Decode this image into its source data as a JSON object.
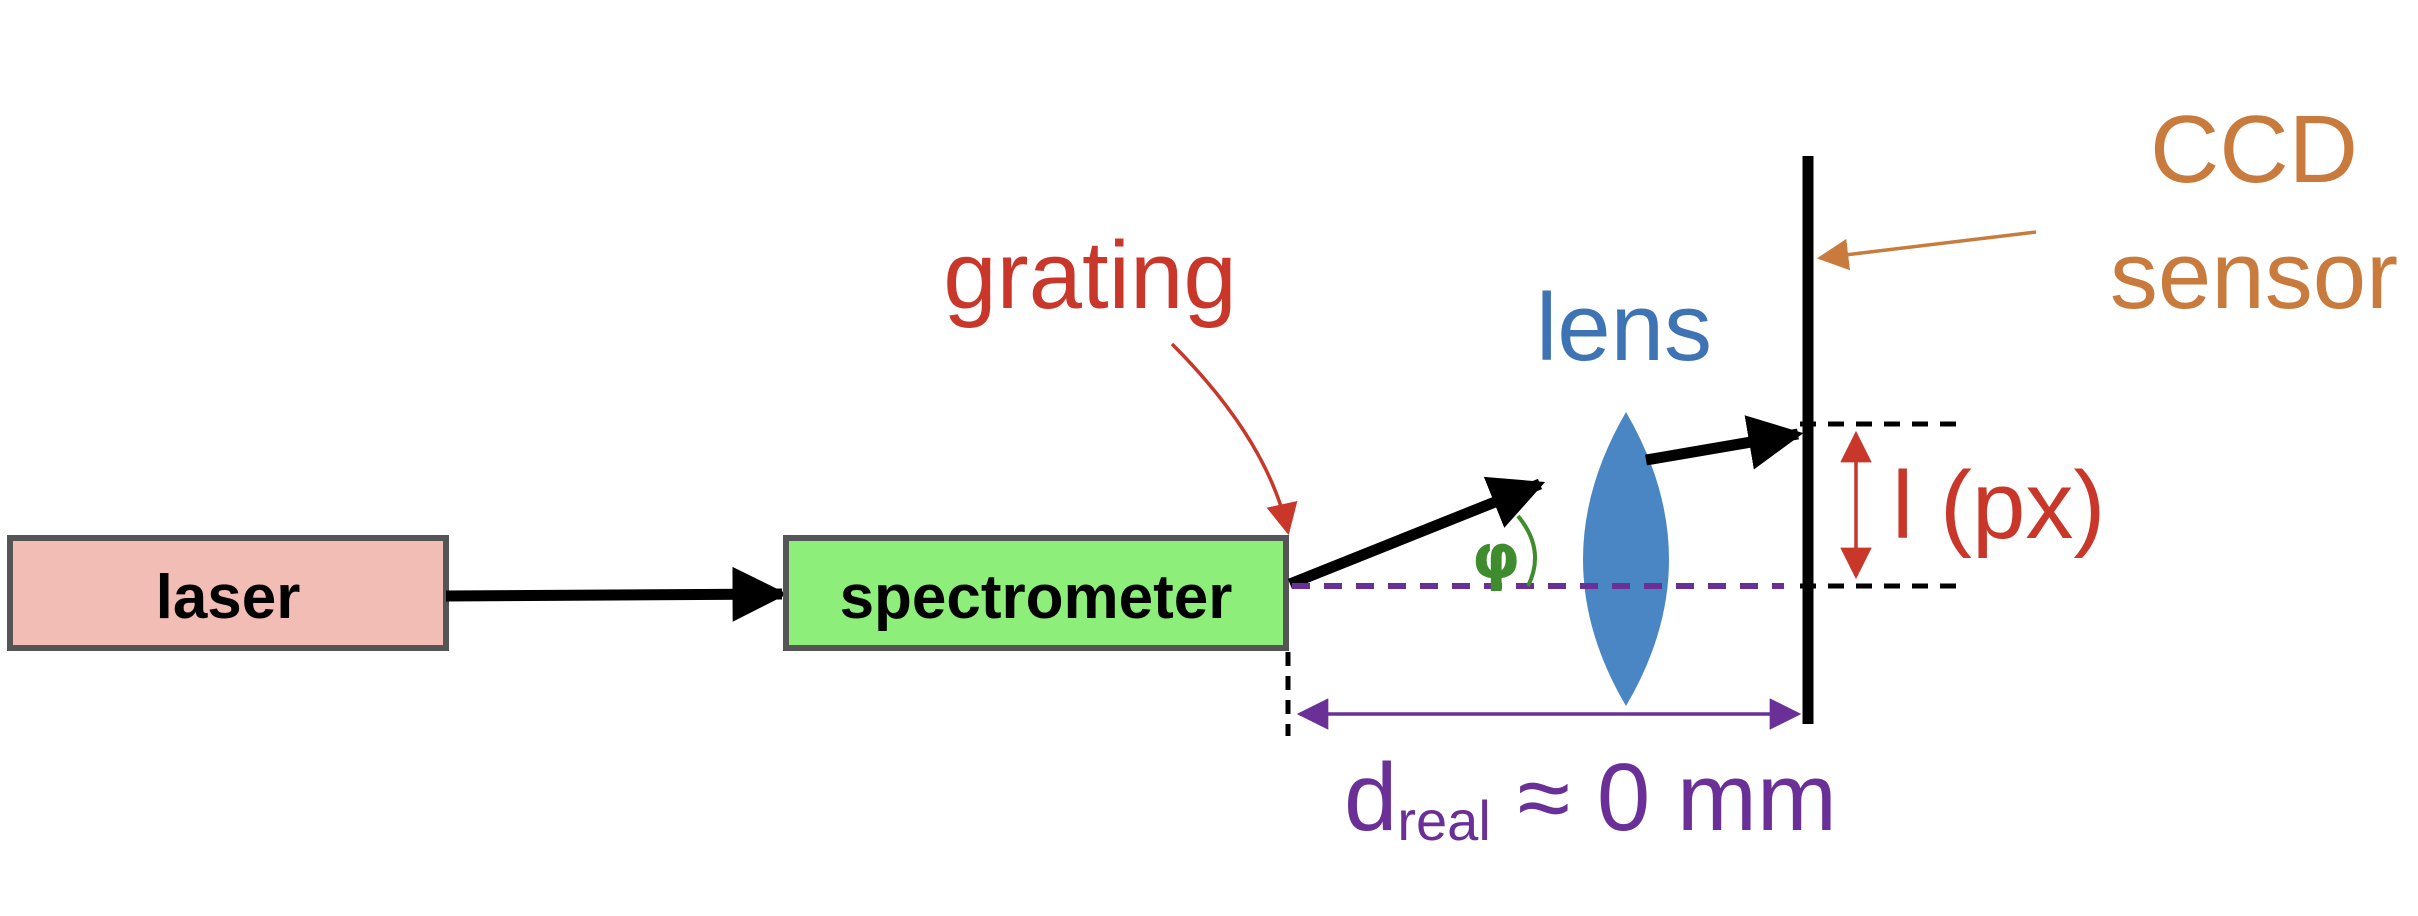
{
  "boxes": {
    "laser": {
      "label": "laser",
      "fill": "#F2BDB5"
    },
    "spectrometer": {
      "label": "spectrometer",
      "fill": "#8EEE7A"
    },
    "stroke": "#555555"
  },
  "labels": {
    "grating": {
      "text": "grating",
      "color": "#C8372A"
    },
    "lens": {
      "text": "lens",
      "color": "#3E73B4"
    },
    "ccd_line1": {
      "text": "CCD",
      "color": "#C87B3C"
    },
    "ccd_line2": {
      "text": "sensor",
      "color": "#C87B3C"
    },
    "angle": {
      "text": "φ",
      "color": "#3F8C2E"
    },
    "offset": {
      "text": "l (px)",
      "color": "#C8372A"
    },
    "distance_main": {
      "text": "d",
      "color": "#6A3097"
    },
    "distance_sub": {
      "text": "real",
      "color": "#6A3097"
    },
    "distance_rest": {
      "text": " ≈ 0 mm",
      "color": "#6A3097"
    }
  },
  "colors": {
    "beam": "#000000",
    "lens_fill": "#4A86C3",
    "guide_line": "#6A3097",
    "offset_arrow": "#C8372A",
    "grating_arrow": "#C8372A",
    "ccd_arrow": "#C87B3C"
  }
}
